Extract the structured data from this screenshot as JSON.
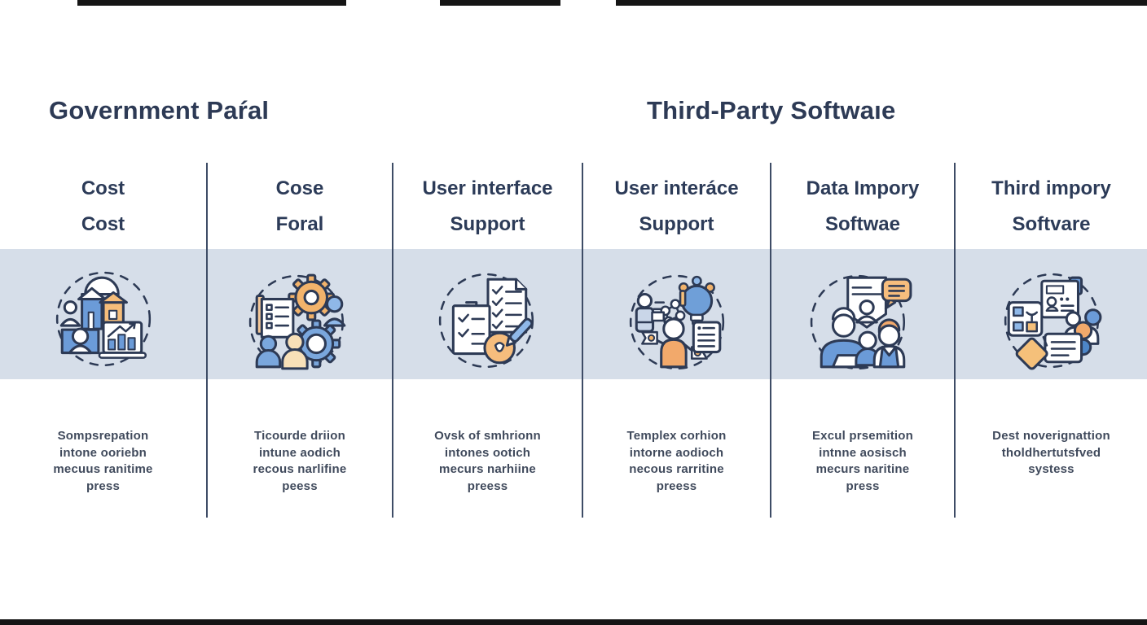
{
  "group_titles": {
    "left": "Government Paŕal",
    "right": "Third-Party Softwaıe"
  },
  "colors": {
    "heading_text": "#2c3b58",
    "body_text": "#404a5c",
    "band_background": "#d6dee9",
    "divider": "#3e4c66",
    "edge_bars": "#151515",
    "icon_outline": "#2d3a55",
    "icon_blue": "#6b9bd8",
    "icon_light_blue": "#8fb8e8",
    "icon_orange": "#f2b36b",
    "icon_light_orange": "#f6cf9a"
  },
  "columns": [
    {
      "heading_line1": "Cost",
      "heading_line2": "Cost",
      "icon": "cost-buildings-chart-icon",
      "description_lines": [
        "Sompsrepation",
        "intone ooriebn",
        "mecuus ranitime",
        "press"
      ]
    },
    {
      "heading_line1": "Cose",
      "heading_line2": "Foral",
      "icon": "gears-team-checklist-icon",
      "description_lines": [
        "Ticourde driion",
        "intune aodich",
        "recous narlifine",
        "peess"
      ]
    },
    {
      "heading_line1": "User interface",
      "heading_line2": "Support",
      "icon": "checklist-documents-pencil-icon",
      "description_lines": [
        "Ovsk of smhrionn",
        "intones ootich",
        "mecurs narhiine",
        "preess"
      ]
    },
    {
      "heading_line1": "User interáce",
      "heading_line2": "Support",
      "icon": "idea-lightbulb-person-icon",
      "description_lines": [
        "Templex corhion",
        "intorne aodioch",
        "necous rarritine",
        "preess"
      ]
    },
    {
      "heading_line1": "Data Impory",
      "heading_line2": "Softwae",
      "icon": "document-discussion-people-icon",
      "description_lines": [
        "Excul prsemition",
        "intnne aosisch",
        "mecurs naritine",
        "press"
      ]
    },
    {
      "heading_line1": "Third impory",
      "heading_line2": "Softvare",
      "icon": "integration-documents-people-icon",
      "description_lines": [
        "Dest noverignattion",
        "tholdhertutsfved",
        "systess"
      ]
    }
  ]
}
